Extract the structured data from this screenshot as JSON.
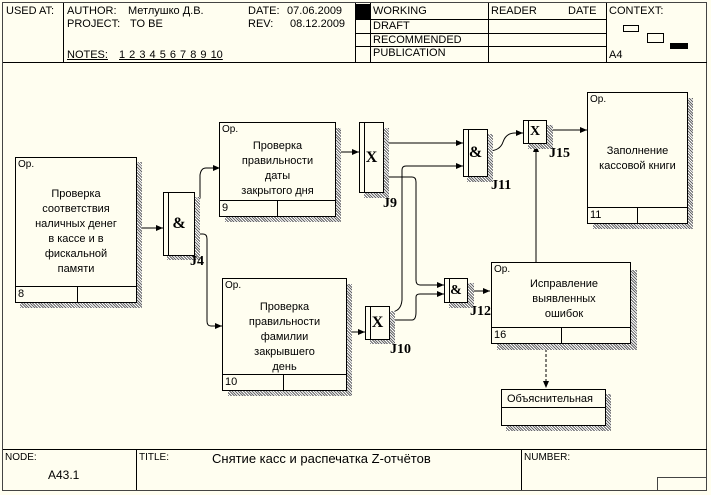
{
  "header": {
    "used_at_label": "USED AT:",
    "author_label": "AUTHOR:",
    "author": "Метлушко Д.В.",
    "project_label": "PROJECT:",
    "project": "TO BE",
    "date_label": "DATE:",
    "date": "07.06.2009",
    "rev_label": "REV:",
    "rev": "08.12.2009",
    "notes_label": "NOTES:",
    "notes": "1  2  3  4  5  6  7  8  9  10",
    "status": [
      "WORKING",
      "DRAFT",
      "RECOMMENDED",
      "PUBLICATION"
    ],
    "active_status": "WORKING",
    "reader_label": "READER",
    "reader_date_label": "DATE",
    "context_label": "CONTEXT:",
    "context_page": "A4"
  },
  "diagram": {
    "activities": [
      {
        "id": "8",
        "op": "Ор.",
        "text": [
          "Проверка",
          "соответствия",
          "наличных денег",
          "в кассе и в",
          "фискальной",
          "памяти"
        ]
      },
      {
        "id": "9",
        "op": "Ор.",
        "text": [
          "Проверка",
          "правильности",
          "даты",
          "закрытого дня"
        ]
      },
      {
        "id": "10",
        "op": "Ор.",
        "text": [
          "Проверка",
          "правильности",
          "фамилии",
          "закрывшего",
          "день"
        ]
      },
      {
        "id": "11",
        "op": "Ор.",
        "text": [
          "Заполнение",
          "кассовой книги"
        ]
      },
      {
        "id": "16",
        "op": "Ор.",
        "text": [
          "Исправление",
          "выявленных",
          "ошибок"
        ]
      }
    ],
    "junctions": [
      {
        "id": "J4",
        "type": "&"
      },
      {
        "id": "J9",
        "type": "X"
      },
      {
        "id": "J10",
        "type": "X"
      },
      {
        "id": "J11",
        "type": "&"
      },
      {
        "id": "J12",
        "type": "&"
      },
      {
        "id": "J15",
        "type": "X"
      }
    ],
    "referent": {
      "text": "Объяснительная"
    }
  },
  "footer": {
    "node_label": "NODE:",
    "node": "A43.1",
    "title_label": "TITLE:",
    "title": "Снятие касс и  распечатка Z-отчётов",
    "number_label": "NUMBER:"
  }
}
